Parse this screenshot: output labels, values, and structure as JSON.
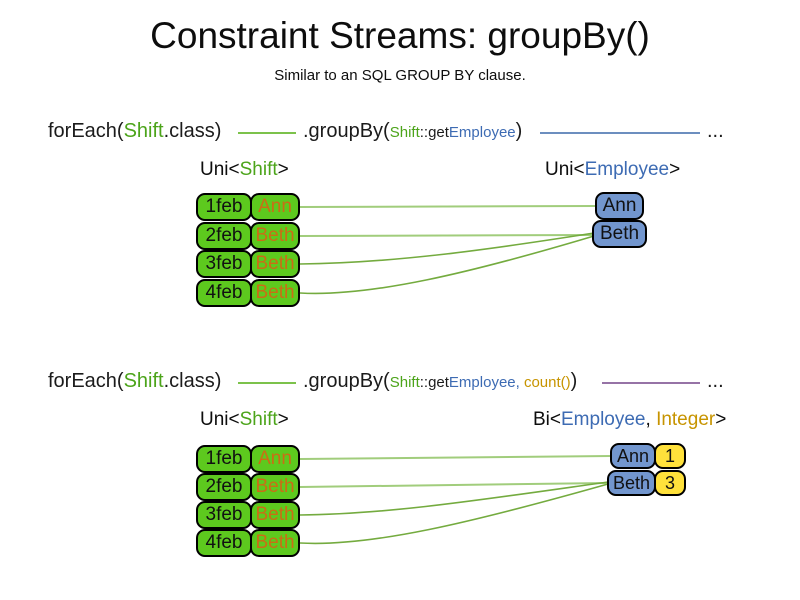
{
  "title": "Constraint Streams: groupBy()",
  "subtitle": "Similar to an SQL GROUP BY clause.",
  "colors": {
    "shift_green_text": "#4CA41A",
    "employee_blue_text": "#3D6BB3",
    "integer_gold_text": "#C79400",
    "name_orange_text": "#CB6D15",
    "box_green_fill": "#5DC91E",
    "box_blue_fill": "#7296CE",
    "box_yellow_fill": "#FFE13B",
    "line_green_light": "#A1CD7C",
    "line_green_dark": "#74AB3F",
    "line_green_code": "#7CC24B",
    "line_blue": "#6C8EBF",
    "line_purple": "#9673A6"
  },
  "code1": {
    "foreach": "forEach(",
    "shift_type": "Shift",
    "class_suffix": ".class)",
    "groupby": ".groupBy(",
    "arg_class": "Shift",
    "arg_method": "::get",
    "arg_employee": "Employee",
    "close": ")",
    "ellipsis": "..."
  },
  "code2": {
    "foreach": "forEach(",
    "shift_type": "Shift",
    "class_suffix": ".class)",
    "groupby": ".groupBy(",
    "arg_class": "Shift",
    "arg_method": "::get",
    "arg_employee": "Employee",
    "comma": ", ",
    "count": "count()",
    "close": ")",
    "ellipsis": "..."
  },
  "section1": {
    "left_label": {
      "pre": "Uni<",
      "type": "Shift",
      "post": ">"
    },
    "right_label": {
      "pre": "Uni<",
      "type": "Employee",
      "post": ">"
    },
    "rows": [
      {
        "date": "1feb",
        "name": "Ann"
      },
      {
        "date": "2feb",
        "name": "Beth"
      },
      {
        "date": "3feb",
        "name": "Beth"
      },
      {
        "date": "4feb",
        "name": "Beth"
      }
    ],
    "groups": [
      {
        "name": "Ann"
      },
      {
        "name": "Beth"
      }
    ]
  },
  "section2": {
    "left_label": {
      "pre": "Uni<",
      "type": "Shift",
      "post": ">"
    },
    "right_label": {
      "pre": "Bi<",
      "type1": "Employee",
      "comma": ", ",
      "type2": "Integer",
      "post": ">"
    },
    "rows": [
      {
        "date": "1feb",
        "name": "Ann"
      },
      {
        "date": "2feb",
        "name": "Beth"
      },
      {
        "date": "3feb",
        "name": "Beth"
      },
      {
        "date": "4feb",
        "name": "Beth"
      }
    ],
    "groups": [
      {
        "name": "Ann",
        "count": "1"
      },
      {
        "name": "Beth",
        "count": "3"
      }
    ]
  }
}
